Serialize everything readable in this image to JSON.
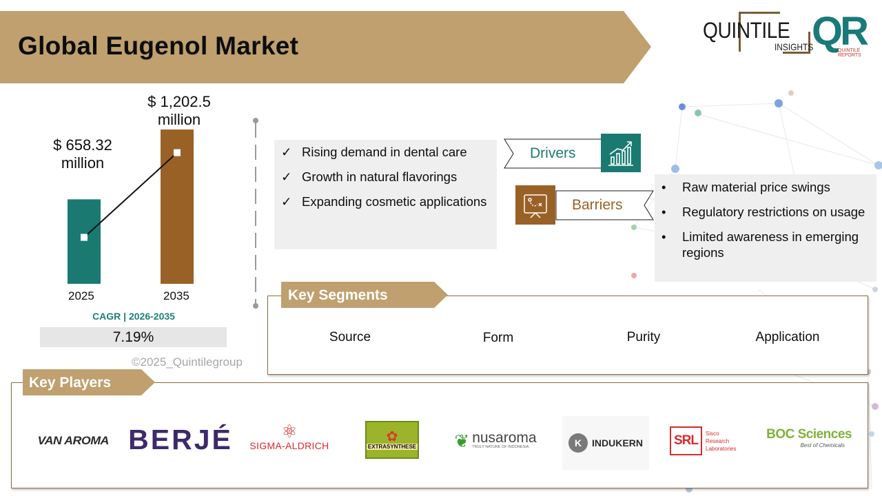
{
  "header": {
    "title": "Global Eugenol Market"
  },
  "logo": {
    "main": "QUINTILE",
    "sub": "INSIGHTS",
    "mark": "QR",
    "mark_sub": "QUINTILE REPORTS"
  },
  "chart_data": {
    "type": "bar",
    "categories": [
      "2025",
      "2035"
    ],
    "values": [
      658.32,
      1202.5
    ],
    "value_labels": [
      "$ 658.32 million",
      "$ 1,202.5 million"
    ],
    "colors": [
      "#1a7a72",
      "#9a6127"
    ],
    "has_trend_line": true,
    "grid": false,
    "title": "",
    "xlabel": "",
    "ylabel": ""
  },
  "cagr": {
    "label": "CAGR | 2026-2035",
    "value": "7.19%"
  },
  "copyright": "©2025_Quintilegroup",
  "drivers": {
    "label": "Drivers",
    "icon": "chart-growth-icon",
    "items": [
      "Rising demand  in dental care",
      "Growth in natural flavorings",
      "Expanding  cosmetic applications"
    ]
  },
  "barriers": {
    "label": "Barriers",
    "icon": "strategy-board-icon",
    "items": [
      "Raw material price swings",
      "Regulatory restrictions on usage",
      "Limited awareness in emerging regions"
    ]
  },
  "segments": {
    "title": "Key Segments",
    "items": [
      "Source",
      "Form",
      "Purity",
      "Application"
    ]
  },
  "players": {
    "title": "Key Players",
    "items": [
      "VAN AROMA",
      "BERJÉ",
      "SIGMA-ALDRICH",
      "EXTRASYNTHESE",
      "nusaroma",
      "INDUKERN",
      "Sisco Research Laboratories",
      "BOC Sciences"
    ],
    "sub": {
      "nusaroma": "TRULY NATURE OF INDONESIA",
      "srl": "SRL",
      "boc": "Best of Chemicals"
    }
  },
  "colors": {
    "gold": "#bfa06e",
    "teal": "#1a7a72",
    "brown": "#9a6127",
    "frame": "#8b6d44"
  }
}
